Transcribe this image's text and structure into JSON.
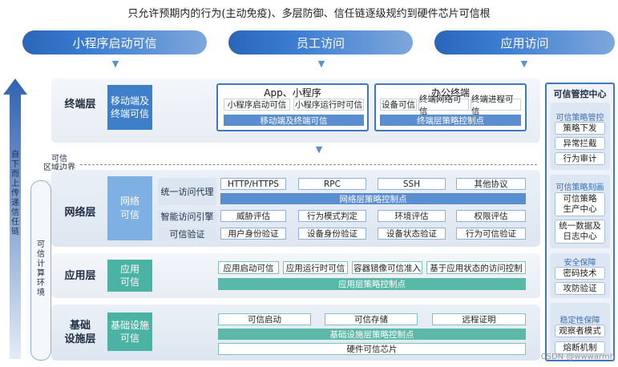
{
  "title": "只允许预期内的行为(主动免疫)、多层防御、信任链逐级规约到硬件芯片可信根",
  "pillars": [
    "小程序启动可信",
    "员工访问",
    "应用访问"
  ],
  "left_arrow_text": "自下而上传递信任链",
  "boundary_label": "可信\n区域边界",
  "compute_env_label": "可信计算环境",
  "terminal": {
    "label": "终端层",
    "box": "移动端及\n终端可信",
    "group1": {
      "title": "App、小程序",
      "items": [
        "小程序启动可信",
        "小程序运行时可信"
      ],
      "bar": "移动端及终端可信"
    },
    "group2": {
      "title": "办公终端",
      "items": [
        "设备可信",
        "终端网络可信",
        "终端进程可信"
      ],
      "bar": "终端层策略控制点"
    }
  },
  "network": {
    "label": "网络层",
    "box": "网络\n可信",
    "rows": [
      {
        "side": "统一访问代理",
        "items": [
          "HTTP/HTTPS",
          "RPC",
          "SSH",
          "其他协议"
        ]
      },
      {
        "side": "智能访问引擎",
        "items": [
          "威胁评估",
          "行为模式判定",
          "环境评估",
          "权限评估"
        ]
      },
      {
        "side": "可信验证",
        "items": [
          "用户身份验证",
          "设备身份验证",
          "设备状态验证",
          "行为可信验证"
        ]
      }
    ],
    "bar": "网络层策略控制点"
  },
  "application": {
    "label": "应用层",
    "box": "应用\n可信",
    "items": [
      "应用启动可信",
      "应用运行时可信",
      "容器镜像可信准入",
      "基于应用状态的访问控制"
    ],
    "bar": "应用层策略控制点"
  },
  "infrastructure": {
    "label": "基础\n设施层",
    "box": "基础设施\n可信",
    "items": [
      "可信启动",
      "可信存储",
      "远程证明"
    ],
    "bar": "基础设施层策略控制点",
    "chip": "硬件可信芯片"
  },
  "control_center": {
    "title": "可信管控中心",
    "sections": [
      {
        "title": "可信策略管控",
        "items": [
          "策略下发",
          "异常拦截",
          "行为审计"
        ]
      },
      {
        "title": "可信策略刻画",
        "items": [
          "可信策略\n生产中心",
          "统一数据及\n日志中心"
        ]
      },
      {
        "title": "安全保障",
        "items": [
          "密码技术",
          "攻防验证"
        ]
      },
      {
        "title": "稳定性保障",
        "items": [
          "观察者模式",
          "熔断机制"
        ]
      }
    ]
  },
  "watermark": "CSDN @wwwarmh"
}
